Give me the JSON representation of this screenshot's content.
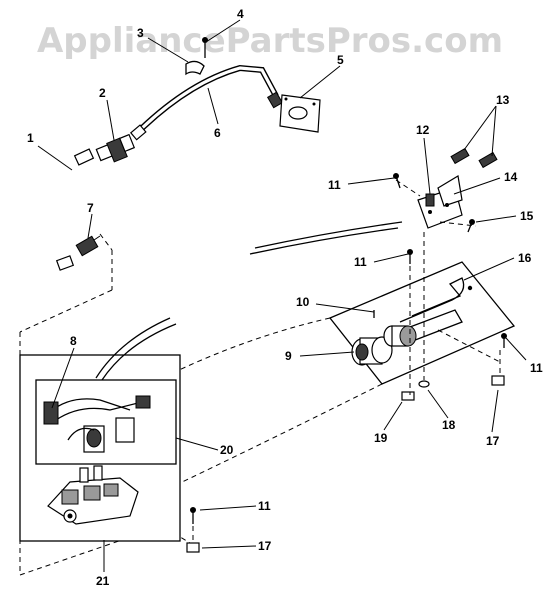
{
  "watermark": "AppliancePartsPros.com",
  "callouts": {
    "c1": "1",
    "c2": "2",
    "c3": "3",
    "c4": "4",
    "c5": "5",
    "c6": "6",
    "c7": "7",
    "c8": "8",
    "c9": "9",
    "c10": "10",
    "c11a": "11",
    "c11b": "11",
    "c11c": "11",
    "c11d": "11",
    "c12": "12",
    "c13": "13",
    "c14": "14",
    "c15": "15",
    "c16": "16",
    "c17a": "17",
    "c17b": "17",
    "c18": "18",
    "c19": "19",
    "c20": "20",
    "c21": "21"
  },
  "colors": {
    "watermark": "#d4d4d4",
    "ink": "#000000",
    "panel": "#ffffff"
  }
}
